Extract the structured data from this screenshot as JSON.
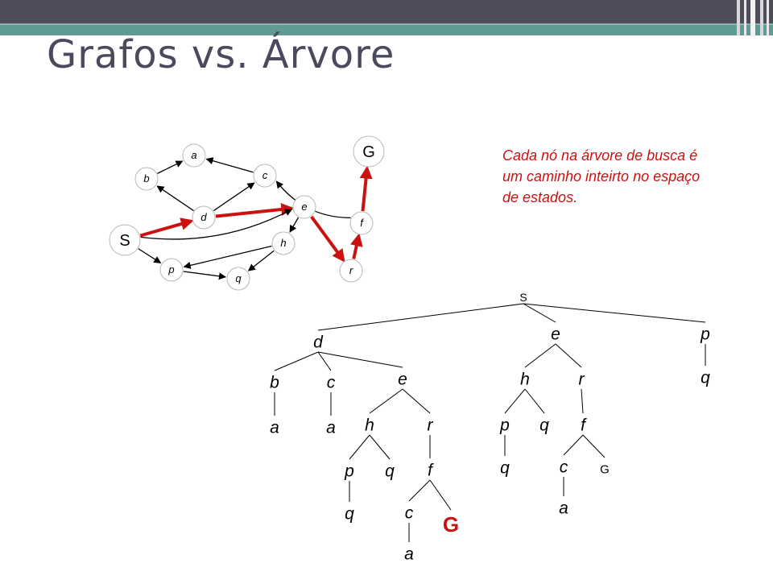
{
  "slide": {
    "title": "Grafos vs. Árvore",
    "caption": "Cada nó na árvore de busca é um caminho inteirto no espaço de estados."
  },
  "colors": {
    "header_dark": "#4d4d5c",
    "header_band": "#5f9a94",
    "title_text": "#4a4a5e",
    "highlight": "#cc1111"
  },
  "graph": {
    "nodes": [
      {
        "id": "S",
        "label": "S",
        "italic": false
      },
      {
        "id": "a",
        "label": "a",
        "italic": true
      },
      {
        "id": "b",
        "label": "b",
        "italic": true
      },
      {
        "id": "c",
        "label": "c",
        "italic": true
      },
      {
        "id": "d",
        "label": "d",
        "italic": true
      },
      {
        "id": "e",
        "label": "e",
        "italic": true
      },
      {
        "id": "f",
        "label": "f",
        "italic": true
      },
      {
        "id": "G",
        "label": "G",
        "italic": false
      },
      {
        "id": "h",
        "label": "h",
        "italic": true
      },
      {
        "id": "p",
        "label": "p",
        "italic": true
      },
      {
        "id": "q",
        "label": "q",
        "italic": true
      },
      {
        "id": "r",
        "label": "r",
        "italic": true
      }
    ],
    "edges": [
      {
        "from": "b",
        "to": "a",
        "highlight": false
      },
      {
        "from": "c",
        "to": "a",
        "highlight": false
      },
      {
        "from": "d",
        "to": "b",
        "highlight": false
      },
      {
        "from": "d",
        "to": "c",
        "highlight": false
      },
      {
        "from": "S",
        "to": "d",
        "highlight": true
      },
      {
        "from": "d",
        "to": "e",
        "highlight": true
      },
      {
        "from": "S",
        "to": "e",
        "highlight": false
      },
      {
        "from": "e",
        "to": "r",
        "highlight": true
      },
      {
        "from": "r",
        "to": "f",
        "highlight": true
      },
      {
        "from": "f",
        "to": "G",
        "highlight": true
      },
      {
        "from": "f",
        "to": "c",
        "highlight": false
      },
      {
        "from": "S",
        "to": "p",
        "highlight": false
      },
      {
        "from": "p",
        "to": "q",
        "highlight": false
      },
      {
        "from": "e",
        "to": "h",
        "highlight": false
      },
      {
        "from": "h",
        "to": "p",
        "highlight": false
      },
      {
        "from": "h",
        "to": "q",
        "highlight": false
      }
    ]
  },
  "tree": {
    "label": "S",
    "children": [
      {
        "label": "d",
        "children": [
          {
            "label": "b",
            "children": [
              {
                "label": "a"
              }
            ]
          },
          {
            "label": "c",
            "children": [
              {
                "label": "a"
              }
            ]
          },
          {
            "label": "e",
            "children": [
              {
                "label": "h",
                "children": [
                  {
                    "label": "p",
                    "children": [
                      {
                        "label": "q"
                      }
                    ]
                  },
                  {
                    "label": "q"
                  }
                ]
              },
              {
                "label": "r",
                "children": [
                  {
                    "label": "f",
                    "children": [
                      {
                        "label": "c",
                        "children": [
                          {
                            "label": "a"
                          }
                        ]
                      },
                      {
                        "label": "G",
                        "goal": true
                      }
                    ]
                  }
                ]
              }
            ]
          }
        ]
      },
      {
        "label": "e",
        "children": [
          {
            "label": "h",
            "children": [
              {
                "label": "p",
                "children": [
                  {
                    "label": "q"
                  }
                ]
              },
              {
                "label": "q"
              }
            ]
          },
          {
            "label": "r",
            "children": [
              {
                "label": "f",
                "children": [
                  {
                    "label": "c",
                    "children": [
                      {
                        "label": "a"
                      }
                    ]
                  },
                  {
                    "label": "G"
                  }
                ]
              }
            ]
          }
        ]
      },
      {
        "label": "p",
        "children": [
          {
            "label": "q"
          }
        ]
      }
    ]
  }
}
